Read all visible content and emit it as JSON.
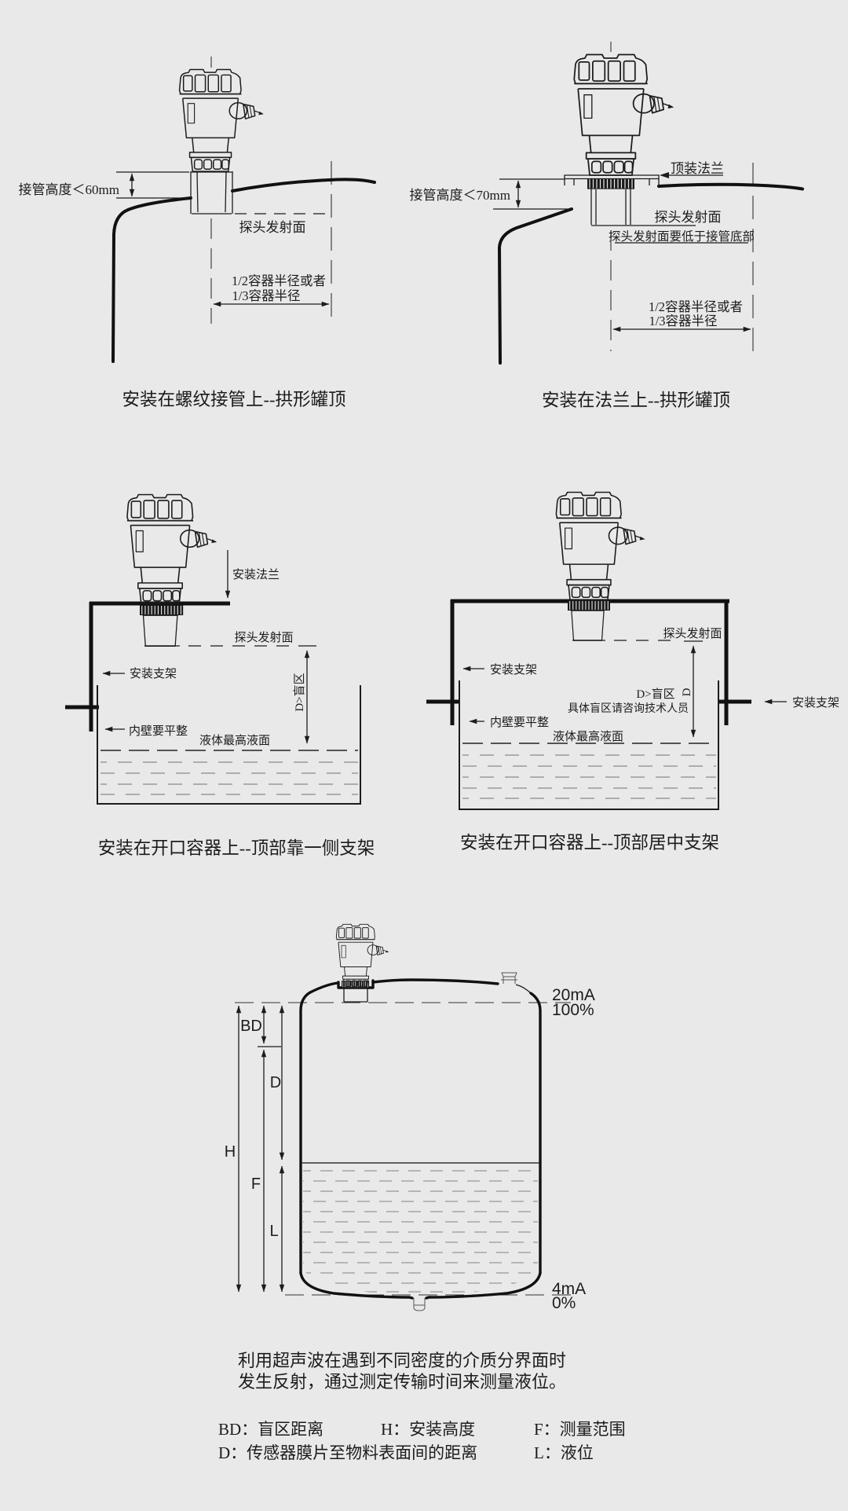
{
  "colors": {
    "background": "#e9e9e9",
    "ink": "#1c1c1c",
    "liquid_dash": "#999999"
  },
  "d1": {
    "nozzle_height": "接管高度＜60mm",
    "probe_face": "探头发射面",
    "radius1": "1/2容器半径或者",
    "radius2": "1/3容器半径",
    "caption": "安装在螺纹接管上--拱形罐顶"
  },
  "d2": {
    "top_flange": "顶装法兰",
    "nozzle_height": "接管高度＜70mm",
    "probe_face": "探头发射面",
    "probe_note": "探头发射面要低于接管底部",
    "radius1": "1/2容器半径或者",
    "radius2": "1/3容器半径",
    "caption": "安装在法兰上--拱形罐顶"
  },
  "d3": {
    "mount_flange": "安装法兰",
    "probe_face": "探头发射面",
    "bracket": "安装支架",
    "inner_wall": "内壁要平整",
    "max_level": "液体最高液面",
    "blind": "D>盲区",
    "caption": "安装在开口容器上--顶部靠一侧支架"
  },
  "d4": {
    "probe_face": "探头发射面",
    "bracket_left": "安装支架",
    "bracket_right": "安装支架",
    "blind": "D>盲区",
    "blind_d": "D",
    "blind_note": "具体盲区请咨询技术人员",
    "inner_wall": "内壁要平整",
    "max_level": "液体最高液面",
    "caption": "安装在开口容器上--顶部居中支架"
  },
  "d5": {
    "ma_high": "20mA",
    "pct_high": "100%",
    "ma_low": "4mA",
    "pct_low": "0%",
    "bd": "BD",
    "d": "D",
    "h": "H",
    "f": "F",
    "l": "L"
  },
  "description": {
    "line1": "利用超声波在遇到不同密度的介质分界面时",
    "line2": "发生反射，通过测定传输时间来测量液位。"
  },
  "legend": {
    "bd": "BD：盲区距离",
    "h": "H：安装高度",
    "f": "F：测量范围",
    "d": "D：传感器膜片至物料表面间的距离",
    "l": "L：液位"
  }
}
